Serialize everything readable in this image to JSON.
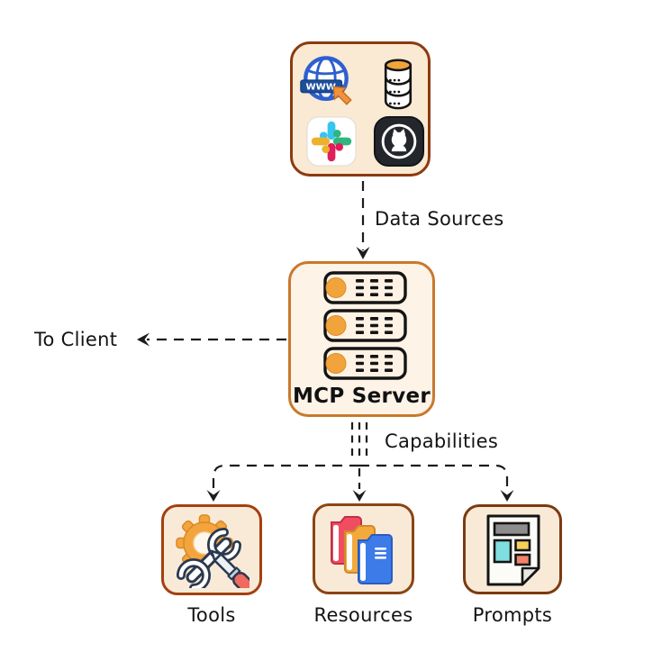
{
  "diagram": {
    "type": "flow-diagram",
    "background": "#ffffff",
    "line_color": "#1c1c1c"
  },
  "nodes": {
    "dataSources": {
      "fill": "#FAE9D3",
      "border": "#8B3A10",
      "icons": [
        {
          "name": "www-globe-icon",
          "banner_text": "WWW"
        },
        {
          "name": "database-icon"
        },
        {
          "name": "slack-icon"
        },
        {
          "name": "github-icon"
        }
      ]
    },
    "mcpServer": {
      "label": "MCP Server",
      "fill": "#FDF3E7",
      "border": "#C8792D",
      "icon": "server-stack-icon"
    },
    "tools": {
      "label": "Tools",
      "fill": "#F9EAD8",
      "border": "#A4400F",
      "icon": "tools-icon"
    },
    "resources": {
      "label": "Resources",
      "fill": "#F9EAD8",
      "border": "#8B4513",
      "icon": "folders-icon"
    },
    "prompts": {
      "label": "Prompts",
      "fill": "#F9EAD8",
      "border": "#7C3A10",
      "icon": "document-page-icon"
    }
  },
  "edges": {
    "dataSources": {
      "label": "Data Sources",
      "style": "dashed",
      "from": "data-sources",
      "to": "mcp-server"
    },
    "toClient": {
      "label": "To Client",
      "style": "dashed",
      "from": "mcp-server",
      "to": "client"
    },
    "capabilities": {
      "label": "Capabilities",
      "style": "dashed",
      "from": "mcp-server",
      "to": [
        "tools",
        "resources",
        "prompts"
      ]
    }
  }
}
